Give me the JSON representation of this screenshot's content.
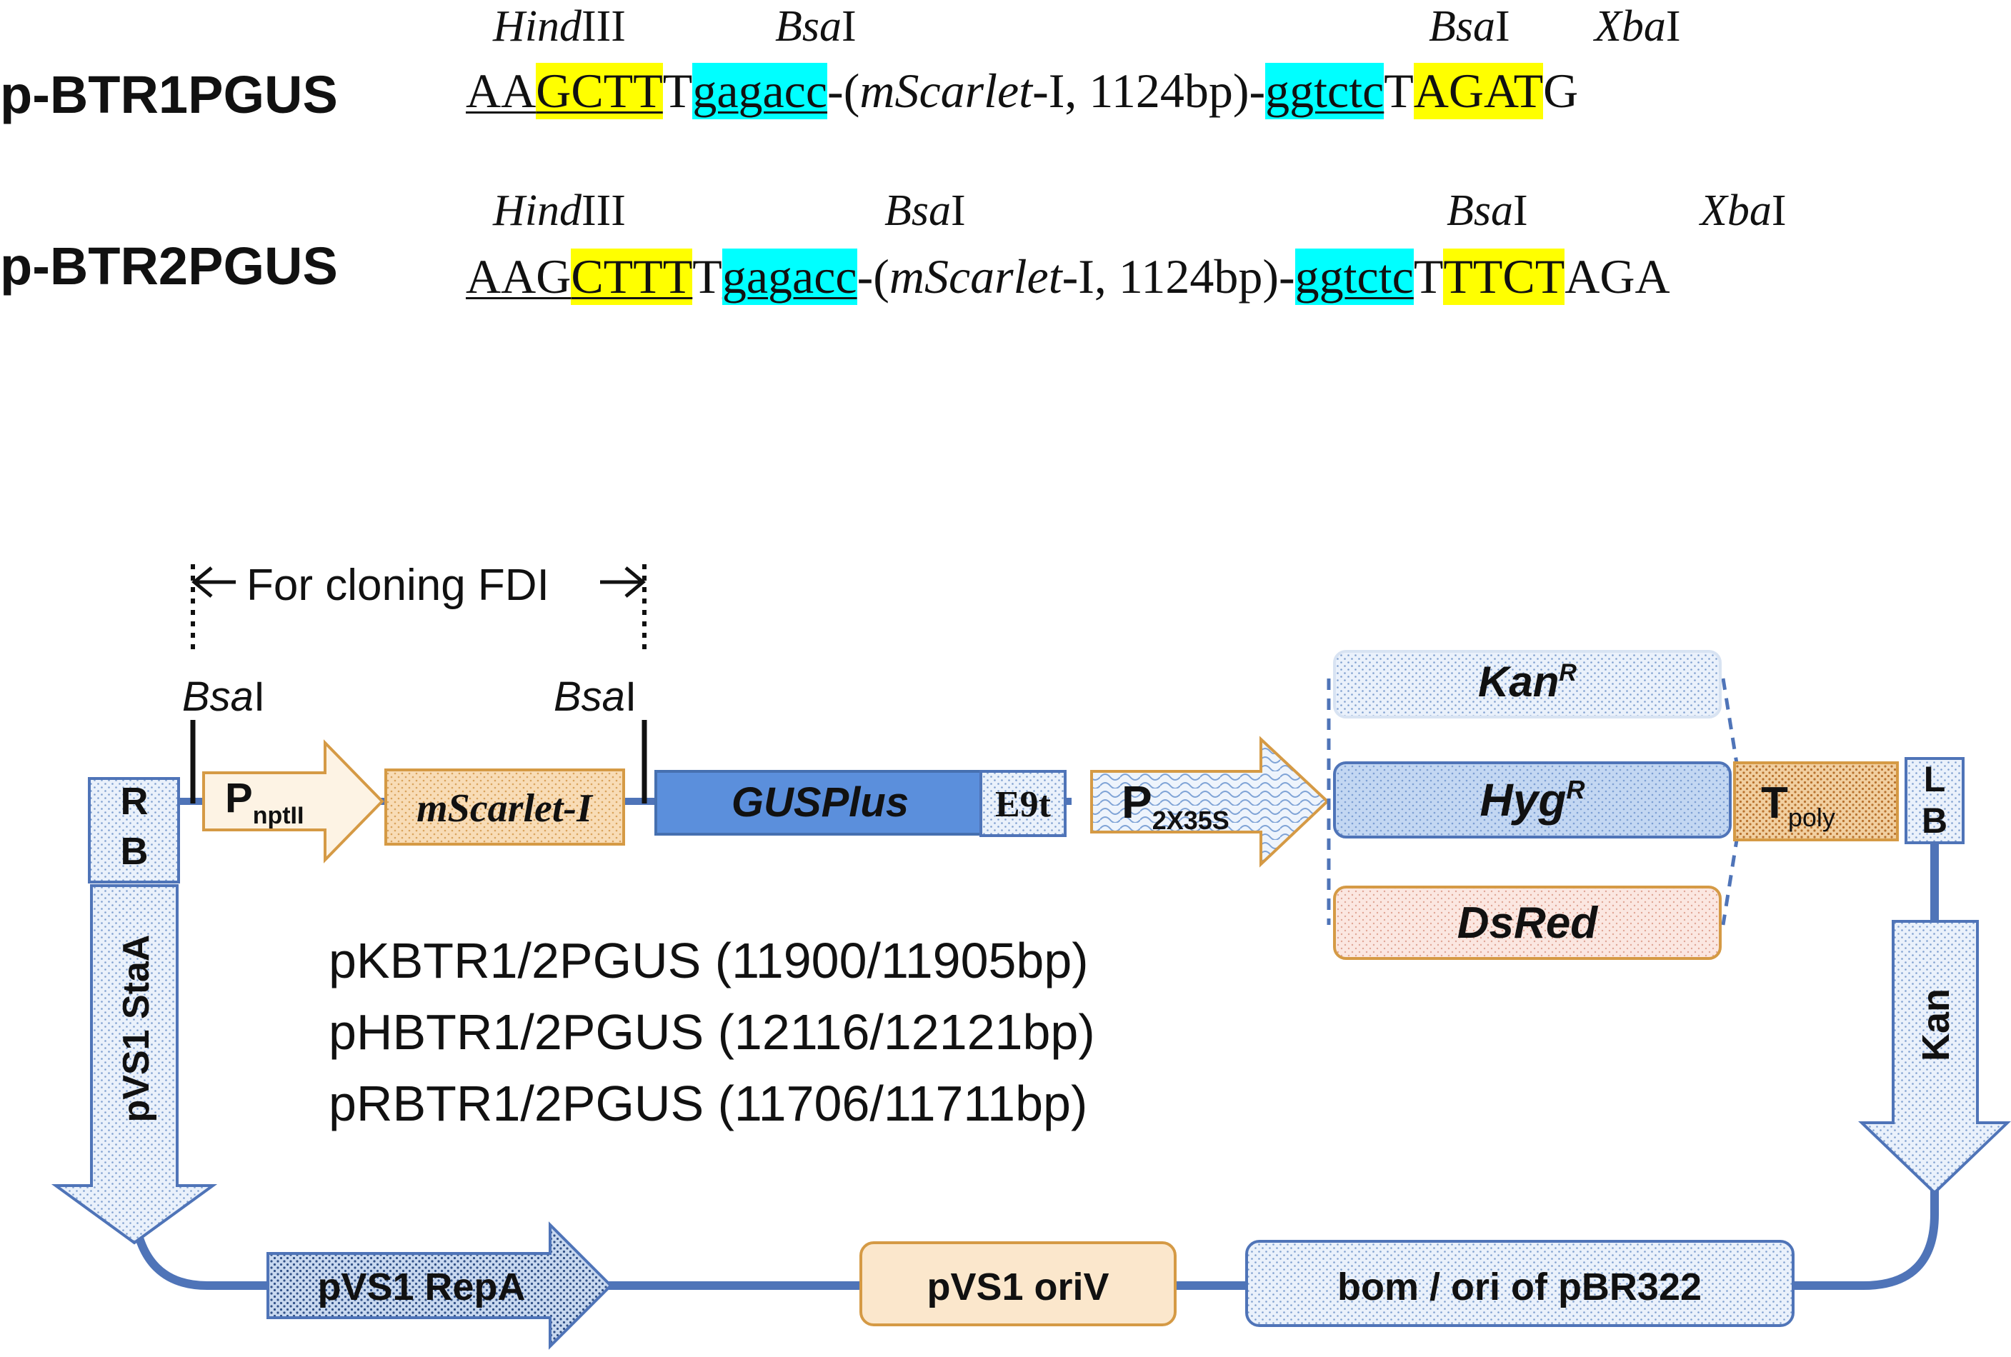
{
  "constructs": [
    {
      "name": "p-BTR1PGUS",
      "enzymes": [
        {
          "name": "Hind",
          "suffix": "III"
        },
        {
          "name": "Bsa",
          "suffix": "I"
        },
        {
          "name": "Bsa",
          "suffix": "I"
        },
        {
          "name": "Xba",
          "suffix": "I"
        }
      ],
      "segments": [
        {
          "text": "AA",
          "style": "ul"
        },
        {
          "text": "GCTT",
          "style": "ul yellow"
        },
        {
          "text": "T",
          "style": ""
        },
        {
          "text": "gagacc",
          "style": "ul cyan"
        },
        {
          "text": "-(",
          "style": ""
        },
        {
          "text": "mScarlet",
          "style": "italic"
        },
        {
          "text": "-I, 1124bp)-",
          "style": ""
        },
        {
          "text": "ggtctc",
          "style": "ul cyan"
        },
        {
          "text": "T",
          "style": ""
        },
        {
          "text": "AGAT",
          "style": "yellow"
        },
        {
          "text": "G",
          "style": ""
        }
      ]
    },
    {
      "name": "p-BTR2PGUS",
      "enzymes": [
        {
          "name": "Hind",
          "suffix": "III"
        },
        {
          "name": "Bsa",
          "suffix": "I"
        },
        {
          "name": "Bsa",
          "suffix": "I"
        },
        {
          "name": "Xba",
          "suffix": "I"
        }
      ],
      "segments": [
        {
          "text": "AAG",
          "style": "ul"
        },
        {
          "text": "CTTT",
          "style": "ul yellow"
        },
        {
          "text": "T",
          "style": ""
        },
        {
          "text": "gagacc",
          "style": "ul cyan"
        },
        {
          "text": "-(",
          "style": ""
        },
        {
          "text": "mScarlet",
          "style": "italic"
        },
        {
          "text": "-I, 1124bp)-",
          "style": ""
        },
        {
          "text": "ggtctc",
          "style": "ul cyan"
        },
        {
          "text": "T",
          "style": ""
        },
        {
          "text": "TTCT",
          "style": "yellow"
        },
        {
          "text": "AGA",
          "style": ""
        }
      ]
    }
  ],
  "map": {
    "cloning_label": "For cloning FDI",
    "bsa_left": {
      "name": "Bsa",
      "suffix": "I"
    },
    "bsa_right": {
      "name": "Bsa",
      "suffix": "I"
    },
    "rb": {
      "l1": "R",
      "l2": "B"
    },
    "lb": {
      "l1": "L",
      "l2": "B"
    },
    "pnpt": {
      "main": "P",
      "sub": "nptII"
    },
    "mscarlet": "mScarlet-I",
    "gusplus": "GUSPlus",
    "e9t": "E9t",
    "p2x35s": {
      "main": "P",
      "sub": "2X35S"
    },
    "kanr": {
      "main": "Kan",
      "sup": "R"
    },
    "hygr": {
      "main": "Hyg",
      "sup": "R"
    },
    "dsred": "DsRed",
    "tpoly": {
      "main": "T",
      "sub": "poly"
    },
    "kan": "Kan",
    "stab": "pVS1 StaA",
    "repa": "pVS1 RepA",
    "oriv": "pVS1 oriV",
    "bom": "bom / ori of pBR322",
    "sizes": [
      "pKBTR1/2PGUS (11900/11905bp)",
      "pHBTR1/2PGUS (12116/12121bp)",
      "pRBTR1/2PGUS (11706/11711bp)"
    ]
  },
  "colors": {
    "highlight_yellow": "#ffff00",
    "highlight_cyan": "#00ffff",
    "backbone_blue": "#4f74b8",
    "gus_blue": "#5b8fdc",
    "orange_fill": "#f6d3a6",
    "orange_stroke": "#d59a45",
    "pale_blue": "#d6e4f6",
    "hyg_blue": "#b9d1f1",
    "dsred_pink": "#f7dcd3"
  }
}
